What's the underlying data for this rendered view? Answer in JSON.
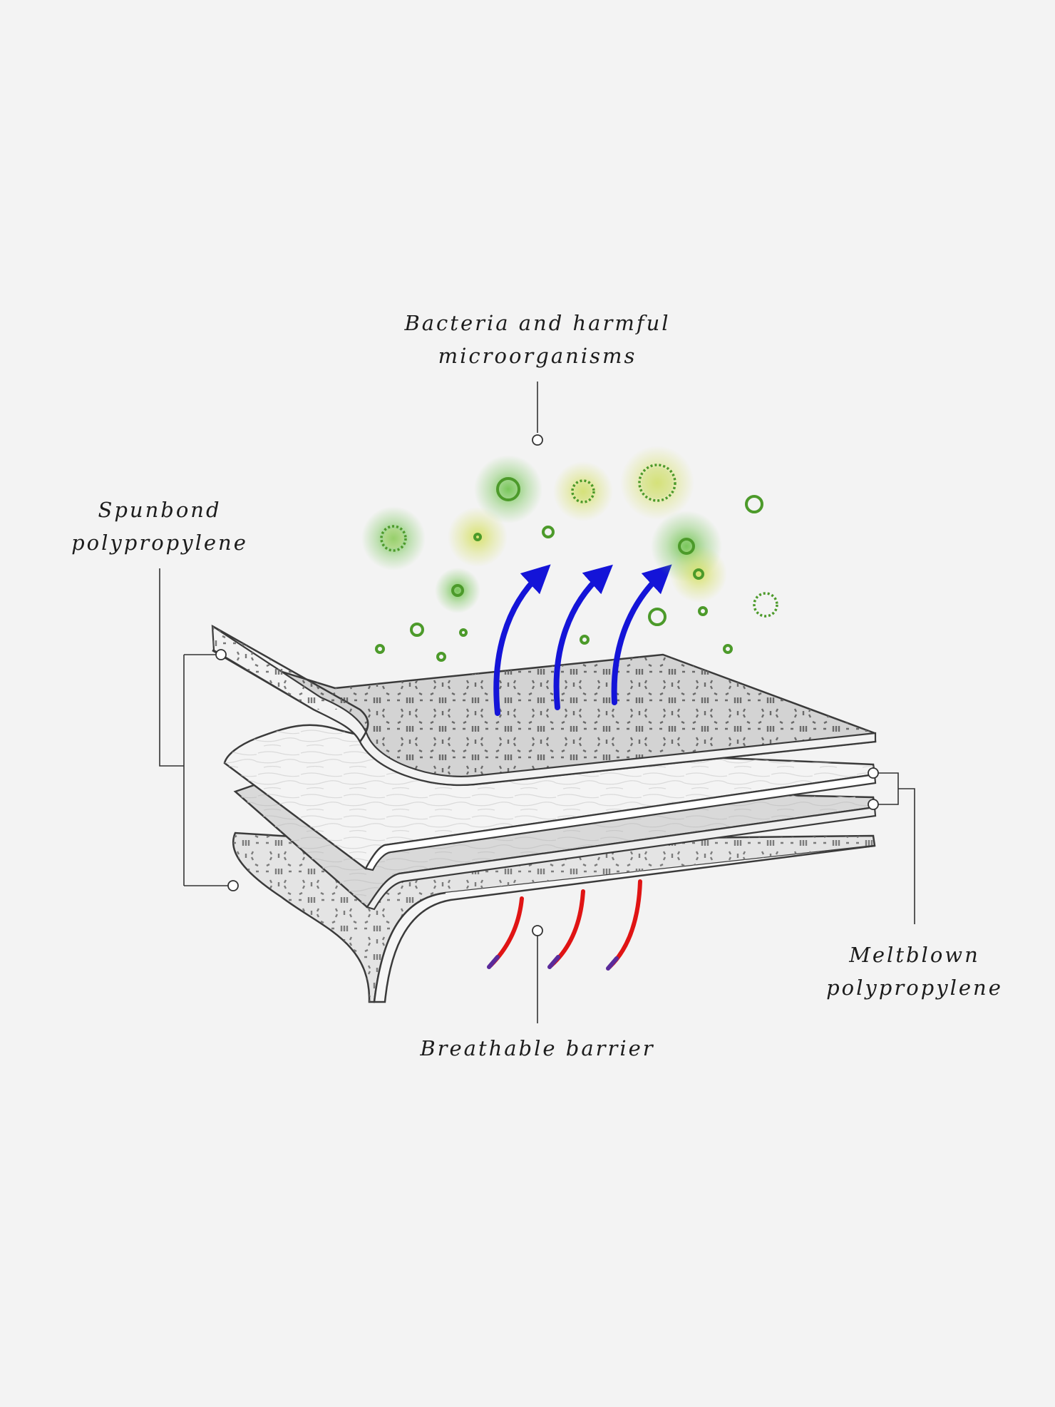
{
  "labels": {
    "microorganisms": {
      "line1": "Bacteria and harmful",
      "line2": "microorganisms"
    },
    "spunbond": {
      "line1": "Spunbond",
      "line2": "polypropylene"
    },
    "meltblown": {
      "line1": "Meltblown",
      "line2": "polypropylene"
    },
    "breathable": {
      "line1": "Breathable barrier"
    }
  },
  "colors": {
    "background": "#f3f3f3",
    "outline": "#3a3a3a",
    "spunbond_fill": "#d6d6d6",
    "meltblown_fill": "#ececec",
    "pattern": "#6a6a6a",
    "microbe": "#4c9a2a",
    "glow_green": "#6cc24a",
    "glow_yellow": "#d4df5a",
    "air_out_arrow": "#1414d8",
    "air_in_arrow": "#e01414"
  },
  "icons": {
    "microbe": "circle-outline",
    "spiky_microbe": "spiky-circle",
    "airflow_out": "curved-arrow-up",
    "airflow_in": "curved-line"
  }
}
